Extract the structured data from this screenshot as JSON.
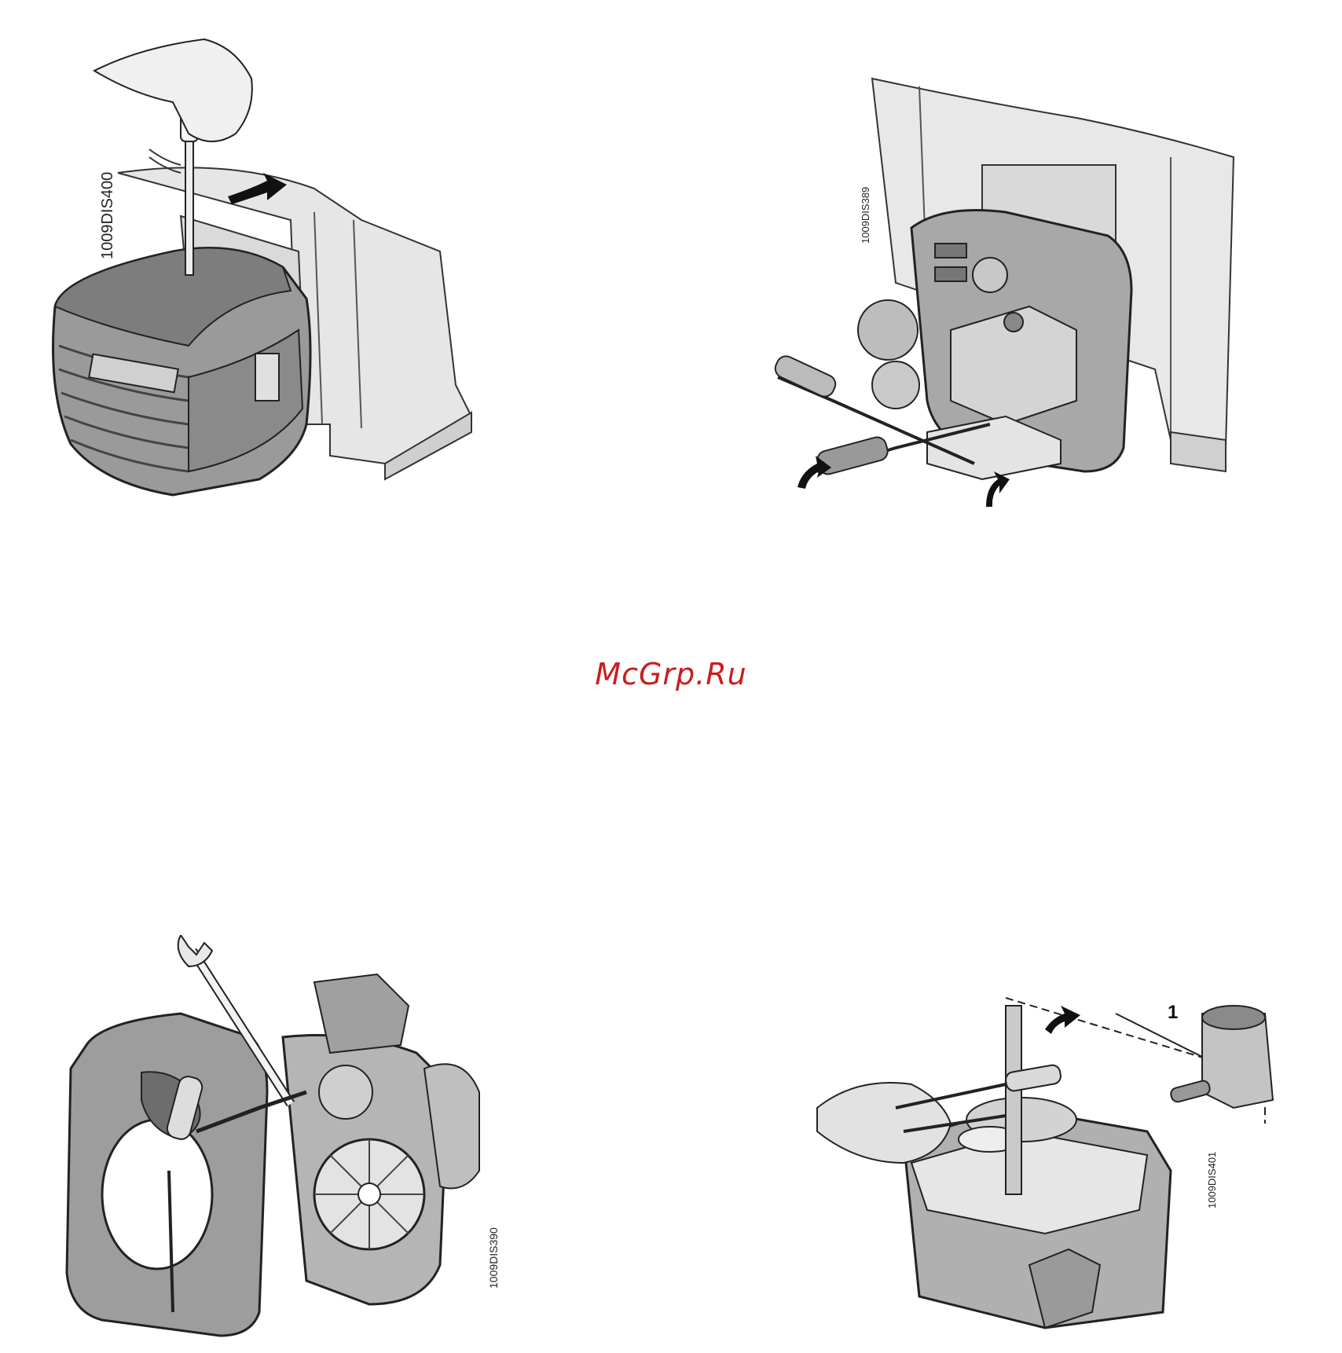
{
  "watermark": {
    "text": "McGrp.Ru",
    "color": "#c81e1e"
  },
  "figures": [
    {
      "id": "fig-top-left",
      "code": "1009DIS400",
      "icon": "burner-cover-screwdriver-illustration"
    },
    {
      "id": "fig-top-right",
      "code": "1009DIS389",
      "icon": "burner-unit-screwdrivers-illustration"
    },
    {
      "id": "fig-bottom-left",
      "code": "1009DIS390",
      "icon": "burner-housing-wrench-illustration"
    },
    {
      "id": "fig-bottom-right",
      "code": "1009DIS401",
      "icon": "burner-fan-shaft-illustration",
      "callout": "1"
    }
  ]
}
